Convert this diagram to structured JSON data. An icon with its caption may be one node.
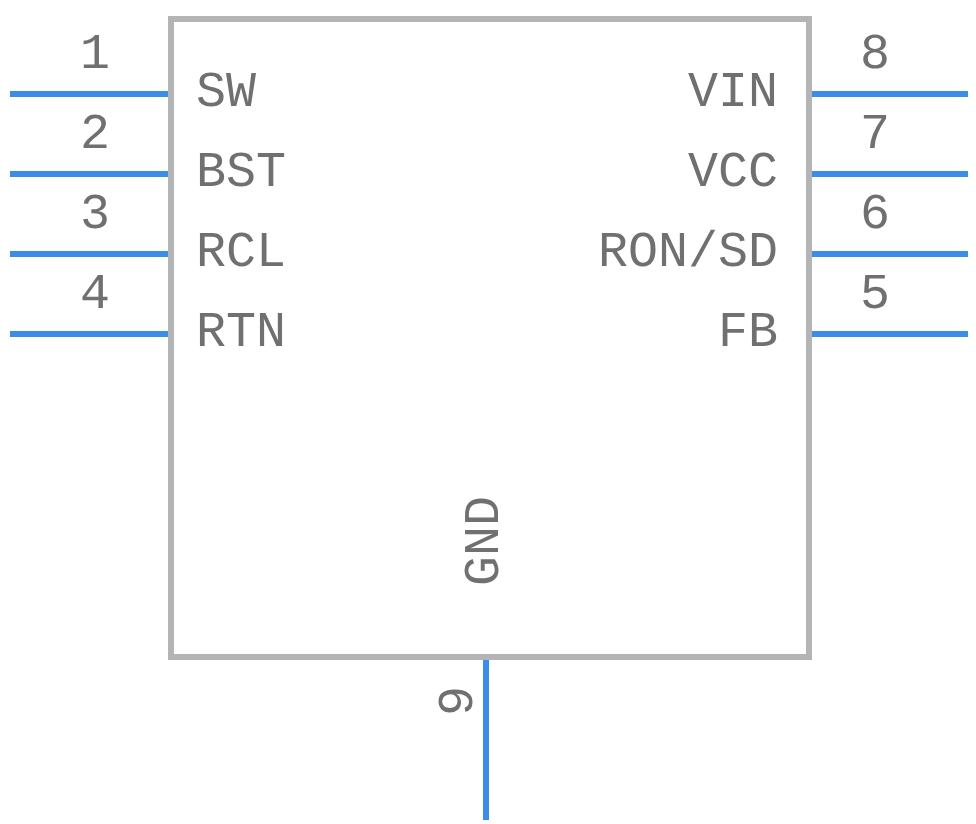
{
  "diagram": {
    "nodes": [
      {
        "text": [],
        "shape": "box"
      },
      {
        "text": [
          "SW"
        ],
        "in": 0,
        "beside": [
          "1"
        ]
      },
      {
        "text": [
          "BST"
        ],
        "in": 0,
        "beside": [
          "2"
        ]
      },
      {
        "text": [
          "RCL"
        ],
        "in": 0,
        "beside": [
          "3"
        ]
      },
      {
        "text": [
          "RTN"
        ],
        "in": 0,
        "beside": [
          "4"
        ]
      },
      {
        "text": [
          "VIN"
        ],
        "in": 0,
        "beside": [
          "8"
        ]
      },
      {
        "text": [
          "VCC"
        ],
        "in": 0,
        "beside": [
          "7"
        ]
      },
      {
        "text": [
          "RON/SD"
        ],
        "in": 0,
        "beside": [
          "6"
        ]
      },
      {
        "text": [
          "FB"
        ],
        "in": 0,
        "beside": [
          "5"
        ]
      },
      {
        "text": [
          "GND"
        ],
        "in": 0,
        "beside": [
          "9"
        ]
      }
    ],
    "edges": [
      {
        "from": 1,
        "to": null,
        "arrow": "none"
      },
      {
        "from": 2,
        "to": null,
        "arrow": "none"
      },
      {
        "from": 3,
        "to": null,
        "arrow": "none"
      },
      {
        "from": 4,
        "to": null,
        "arrow": "none"
      },
      {
        "from": 5,
        "to": null,
        "arrow": "none"
      },
      {
        "from": 6,
        "to": null,
        "arrow": "none"
      },
      {
        "from": 7,
        "to": null,
        "arrow": "none"
      },
      {
        "from": 8,
        "to": null,
        "arrow": "none"
      },
      {
        "from": 9,
        "to": null,
        "arrow": "none"
      }
    ]
  }
}
